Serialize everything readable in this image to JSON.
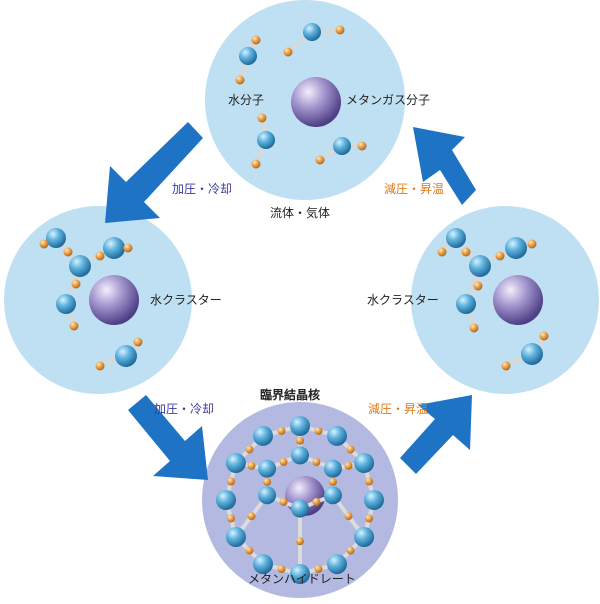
{
  "colors": {
    "circle_fill": "#bfe0f2",
    "hydrate_fill": "#b3b9e0",
    "arrow": "#1f73c4",
    "water_oxygen": "#3f95c6",
    "water_hydrogen": "#e09a3a",
    "methane": "#8d7fb6",
    "pressurize_text": "#3d3a9e",
    "decompress_text": "#e07a10"
  },
  "states": {
    "top": {
      "water_label": "水分子",
      "methane_label": "メタンガス分子",
      "caption": "流体・気体"
    },
    "left": {
      "label": "水クラスター"
    },
    "right": {
      "label": "水クラスター"
    },
    "bottom": {
      "caption_top": "臨界結晶核",
      "caption_bottom": "メタンハイドレート"
    }
  },
  "transitions": {
    "top_to_left": "加圧・冷却",
    "left_to_bottom": "加圧・冷却",
    "bottom_to_right": "減圧・昇温",
    "right_to_top": "減圧・昇温"
  }
}
